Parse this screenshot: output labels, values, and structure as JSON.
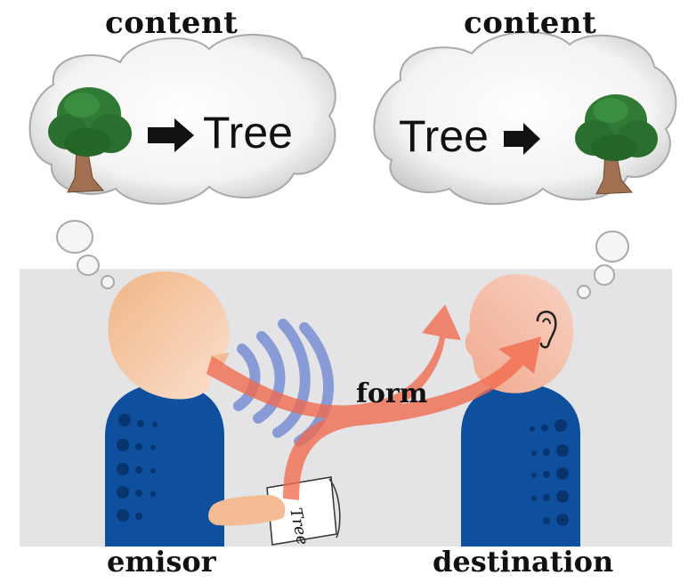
{
  "diagram": {
    "left_heading": "content",
    "right_heading": "content",
    "left_thought_word": "Tree",
    "right_thought_word": "Tree",
    "form_label": "form",
    "paper_word": "Tree",
    "left_person_label": "emisor",
    "right_person_label": "destination"
  },
  "colors": {
    "panel": "#e4e4e6",
    "shirt": "#0e4f9e",
    "skin": "#f3bc94",
    "arrow": "#f26a4d",
    "sound_waves": "#7a8fd4",
    "tree_foliage": "#2f7a34",
    "trunk": "#a07050"
  }
}
